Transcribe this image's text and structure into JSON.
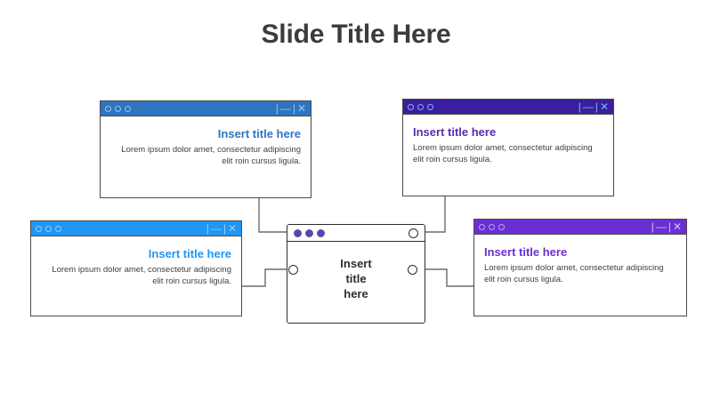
{
  "slide": {
    "title": "Slide Title Here",
    "title_color": "#3b3b3b",
    "background": "#ffffff"
  },
  "center_node": {
    "label_line1": "Insert",
    "label_line2": "title",
    "label_line3": "here",
    "dot_color": "#7B2FBE",
    "border_color": "#2d2d2d",
    "ports": [
      "left-port",
      "right-port",
      "titlebar-right-port"
    ]
  },
  "cards": [
    {
      "id": "top-left",
      "title": "Insert title here",
      "body": "Lorem ipsum dolor amet, consectetur adipiscing elit roin cursus ligula.",
      "accent": "#2E75C0",
      "align": "right",
      "controls": {
        "minimize": "—",
        "close": "✕",
        "divider": "|"
      },
      "dots": 3
    },
    {
      "id": "top-right",
      "title": "Insert title here",
      "body": "Lorem ipsum dolor amet, consectetur adipiscing elit roin cursus ligula.",
      "accent": "#3B1E9E",
      "title_color": "#5B2BAE",
      "align": "left",
      "controls": {
        "minimize": "—",
        "close": "✕",
        "divider": "|"
      },
      "dots": 3
    },
    {
      "id": "bottom-left",
      "title": "Insert title here",
      "body": "Lorem ipsum dolor amet, consectetur adipiscing elit roin cursus ligula.",
      "accent": "#2196F3",
      "align": "right",
      "controls": {
        "minimize": "—",
        "close": "✕",
        "divider": "|"
      },
      "dots": 3
    },
    {
      "id": "bottom-right",
      "title": "Insert title here",
      "body": "Lorem ipsum dolor amet, consectetur adipiscing elit roin cursus ligula.",
      "accent": "#6B2FD4",
      "align": "left",
      "controls": {
        "minimize": "—",
        "close": "✕",
        "divider": "|"
      },
      "dots": 3
    }
  ],
  "connectors": {
    "line_color": "#6b6b6b",
    "count": 4
  }
}
